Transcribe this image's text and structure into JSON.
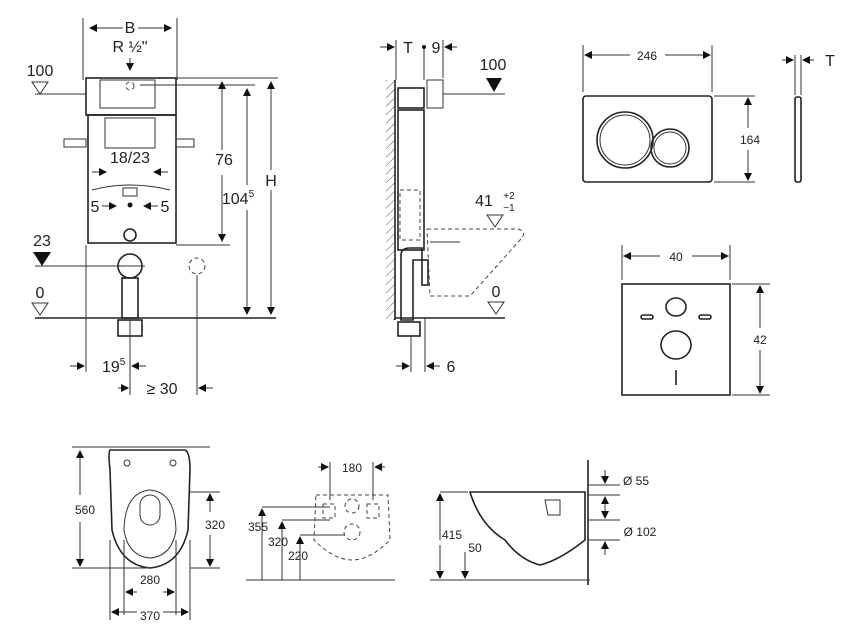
{
  "panel_frame_front": {
    "width_label": "B",
    "connection_label": "R ½\"",
    "level_top": "100",
    "inner_width": "18/23",
    "offset_left": "5",
    "offset_right": "5",
    "dim_76": "76",
    "dim_104": "104",
    "dim_104_sup": "5",
    "height_label": "H",
    "level_23": "23",
    "level_0": "0",
    "dim_19": "19",
    "dim_19_sup": "5",
    "dim_min30": "≥ 30"
  },
  "panel_frame_side": {
    "depth_label": "T",
    "dim_9": "9",
    "level_top": "100",
    "level_seat": "41",
    "tol_plus": "+2",
    "tol_minus": "−1",
    "level_0": "0",
    "dim_6": "6"
  },
  "panel_plate": {
    "width": "246",
    "height": "164",
    "depth_label": "T"
  },
  "panel_pad": {
    "width": "40",
    "height": "42"
  },
  "panel_bowl_top": {
    "length": "560",
    "dim_320": "320",
    "inner_width": "280",
    "outer_width": "370"
  },
  "panel_bowl_back": {
    "width": "180",
    "dim_355": "355",
    "dim_320": "320",
    "dim_220": "220"
  },
  "panel_bowl_side": {
    "height": "415",
    "dim_50": "50",
    "inlet_diameter": "Ø 55",
    "outlet_diameter": "Ø 102"
  }
}
